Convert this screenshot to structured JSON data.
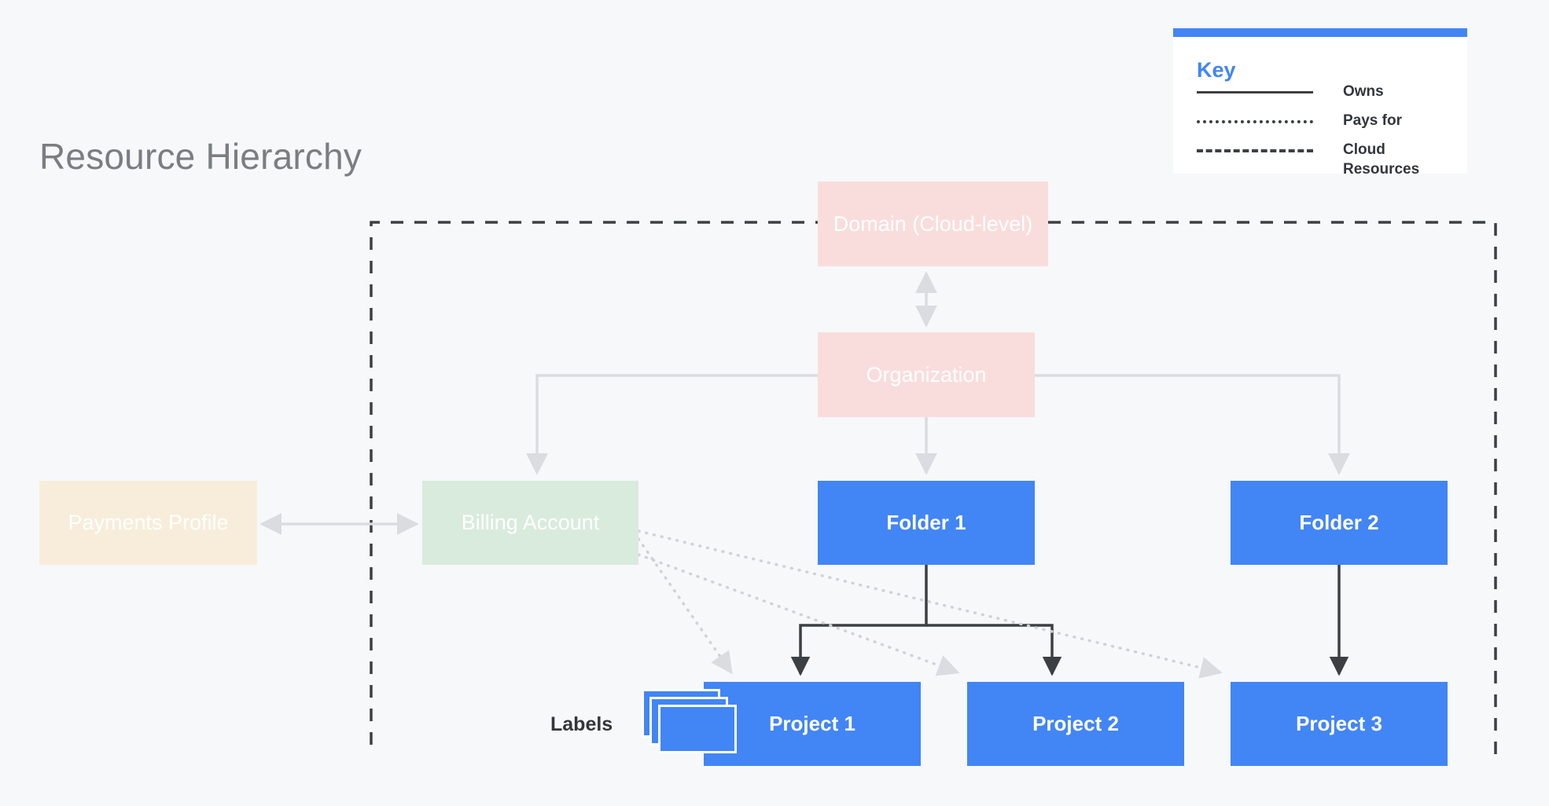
{
  "page": {
    "title": "Resource Hierarchy",
    "background_color": "#F6F8FA"
  },
  "colors": {
    "blue": "#4285F4",
    "pink": "#F9DDDC",
    "cream": "#F7EDDA",
    "green": "#D9EBDD",
    "arrow_gray": "#DADCE0",
    "arrow_dark": "#3C4043",
    "title_gray": "#7A7E82"
  },
  "key": {
    "title": "Key",
    "rows": [
      {
        "style": "solid",
        "label": "Owns"
      },
      {
        "style": "dotted",
        "label": "Pays for"
      },
      {
        "style": "dashed",
        "label": "Cloud Resources"
      }
    ]
  },
  "nodes": {
    "domain": {
      "label": "Domain (Cloud-level)",
      "color": "pink"
    },
    "organization": {
      "label": "Organization",
      "color": "pink"
    },
    "payments_profile": {
      "label": "Payments Profile",
      "color": "cream"
    },
    "billing_account": {
      "label": "Billing Account",
      "color": "green"
    },
    "folder1": {
      "label": "Folder 1",
      "color": "blue"
    },
    "folder2": {
      "label": "Folder 2",
      "color": "blue"
    },
    "project1": {
      "label": "Project 1",
      "color": "blue"
    },
    "project2": {
      "label": "Project 2",
      "color": "blue"
    },
    "project3": {
      "label": "Project 3",
      "color": "blue"
    }
  },
  "labels_marker": {
    "label": "Labels",
    "card_count": 3
  },
  "edges": [
    {
      "from": "domain",
      "to": "organization",
      "style": "owns",
      "bidirectional": true
    },
    {
      "from": "organization",
      "to": "billing_account",
      "style": "owns"
    },
    {
      "from": "organization",
      "to": "folder1",
      "style": "owns"
    },
    {
      "from": "organization",
      "to": "folder2",
      "style": "owns"
    },
    {
      "from": "payments_profile",
      "to": "billing_account",
      "style": "owns",
      "bidirectional": true
    },
    {
      "from": "folder1",
      "to": "project1",
      "style": "owns"
    },
    {
      "from": "folder1",
      "to": "project2",
      "style": "owns"
    },
    {
      "from": "folder2",
      "to": "project3",
      "style": "owns"
    },
    {
      "from": "billing_account",
      "to": "project1",
      "style": "pays_for"
    },
    {
      "from": "billing_account",
      "to": "project2",
      "style": "pays_for"
    },
    {
      "from": "billing_account",
      "to": "project3",
      "style": "pays_for"
    }
  ],
  "cloud_boundary": {
    "style": "dashed",
    "encloses": "Cloud Resources"
  }
}
